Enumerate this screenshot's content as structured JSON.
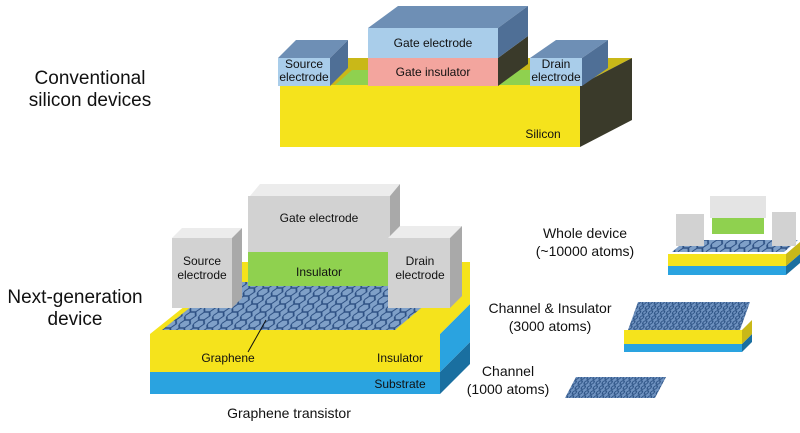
{
  "conventional": {
    "title_line1": "Conventional",
    "title_line2": "silicon devices",
    "gate_electrode": "Gate electrode",
    "gate_insulator": "Gate insulator",
    "source_line1": "Source",
    "source_line2": "electrode",
    "drain_line1": "Drain",
    "drain_line2": "electrode",
    "silicon": "Silicon"
  },
  "next_gen": {
    "title_line1": "Next-generation",
    "title_line2": "device",
    "gate_electrode": "Gate electrode",
    "insulator_top": "Insulator",
    "source_line1": "Source",
    "source_line2": "electrode",
    "drain_line1": "Drain",
    "drain_line2": "electrode",
    "graphene": "Graphene",
    "insulator_layer": "Insulator",
    "substrate": "Substrate",
    "caption": "Graphene transistor"
  },
  "models": {
    "whole_line1": "Whole device",
    "whole_line2": "(~10000 atoms)",
    "channel_ins_line1": "Channel & Insulator",
    "channel_ins_line2": "(3000 atoms)",
    "channel_line1": "Channel",
    "channel_line2": "(1000 atoms)"
  },
  "colors": {
    "silicon": "#f5e31c",
    "silicon_side": "#3a3a2a",
    "electrode_blue": "#a9cdea",
    "electrode_blue_side": "#4f6f96",
    "gate_insulator": "#f3a59e",
    "green": "#8fd14f",
    "grey_electrode": "#d2d2d2",
    "substrate": "#2aa3e0",
    "graphene": "#5a82b4"
  }
}
